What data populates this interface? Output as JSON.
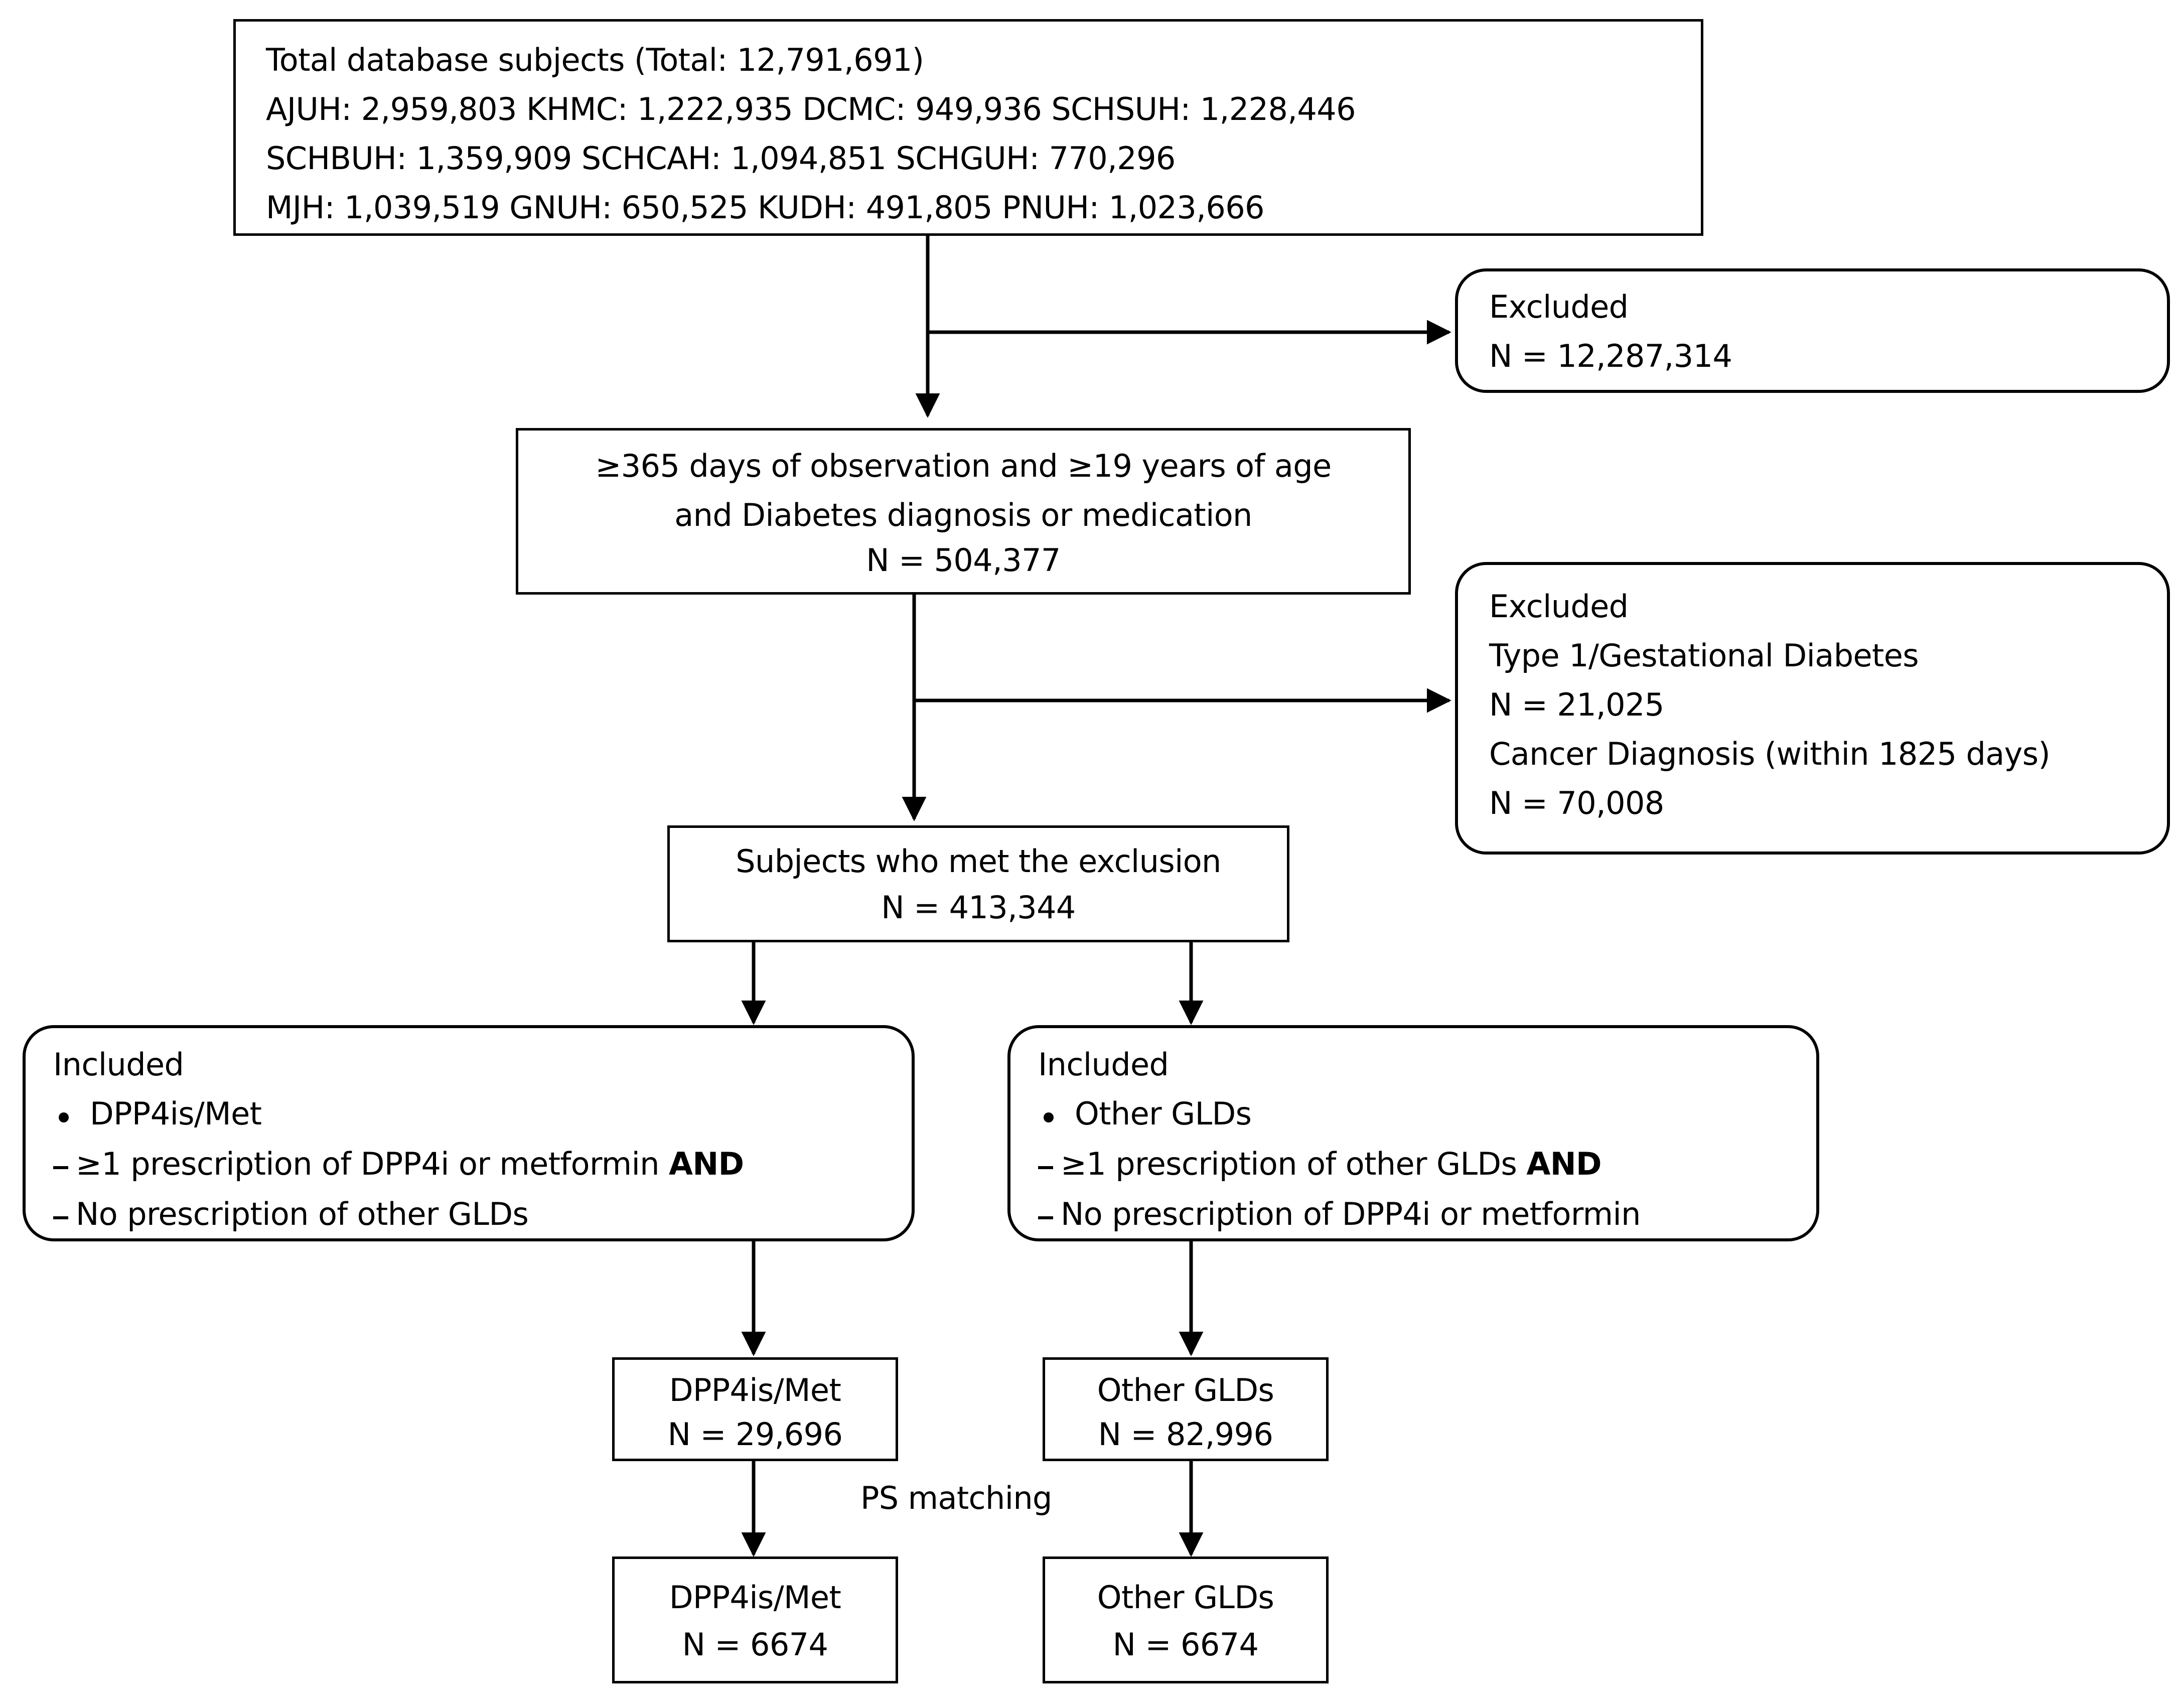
{
  "diagram": {
    "title": "Study population selection flowchart",
    "line_color": "#000000",
    "background": "#ffffff",
    "ps_matching_label": "PS matching"
  },
  "nodes": {
    "total_database": {
      "name": "total-database-subjects-box",
      "lines": [
        "Total database subjects (Total: 12,791,691)",
        "AJUH: 2,959,803 KHMC: 1,222,935 DCMC: 949,936 SCHSUH: 1,228,446",
        "SCHBUH: 1,359,909 SCHCAH: 1,094,851 SCHGUH: 770,296",
        "MJH: 1,039,519 GNUH: 650,525 KUDH: 491,805 PNUH: 1,023,666"
      ]
    },
    "excluded_1": {
      "name": "excluded-box-1",
      "lines": [
        "Excluded",
        "N = 12,287,314"
      ]
    },
    "eligibility": {
      "name": "eligibility-criteria-box",
      "lines": [
        "≥365 days of observation and ≥19 years of age",
        "and Diabetes diagnosis or medication",
        "N = 504,377"
      ]
    },
    "excluded_2": {
      "name": "excluded-box-2",
      "lines": [
        "Excluded",
        "Type 1/Gestational Diabetes",
        "N = 21,025",
        "Cancer Diagnosis (within 1825 days)",
        "N = 70,008"
      ]
    },
    "met_exclusion": {
      "name": "subjects-met-exclusion-box",
      "lines": [
        "Subjects who met the exclusion",
        "N = 413,344"
      ]
    },
    "included_left": {
      "name": "included-dpp4is-met-box",
      "heading": "Included",
      "bullet": "DPP4is/Met",
      "criteria": [
        {
          "prefix": "≥1 prescription of DPP4i or metformin ",
          "emphasis": "AND"
        },
        {
          "prefix": "No prescription of other GLDs",
          "emphasis": ""
        }
      ]
    },
    "included_right": {
      "name": "included-other-glds-box",
      "heading": "Included",
      "bullet": "Other GLDs",
      "criteria": [
        {
          "prefix": "≥1 prescription of other GLDs ",
          "emphasis": "AND"
        },
        {
          "prefix": "No prescription of DPP4i or metformin",
          "emphasis": ""
        }
      ]
    },
    "cohort_left_pre": {
      "name": "cohort-dpp4is-met-prematch-box",
      "lines": [
        "DPP4is/Met",
        "N = 29,696"
      ]
    },
    "cohort_right_pre": {
      "name": "cohort-other-glds-prematch-box",
      "lines": [
        "Other GLDs",
        "N = 82,996"
      ]
    },
    "cohort_left_post": {
      "name": "cohort-dpp4is-met-matched-box",
      "lines": [
        "DPP4is/Met",
        "N = 6674"
      ]
    },
    "cohort_right_post": {
      "name": "cohort-other-glds-matched-box",
      "lines": [
        "Other GLDs",
        "N = 6674"
      ]
    }
  },
  "chart_data": {
    "type": "table",
    "title": "Patient selection flow (CRD / multi-hospital database)",
    "steps": [
      {
        "label": "Total database subjects",
        "n": 12791691
      },
      {
        "label": "Excluded (did not meet eligibility)",
        "n": 12287314
      },
      {
        "label": "≥365 days observation, ≥19 years, diabetes dx or medication",
        "n": 504377
      },
      {
        "label": "Excluded: Type 1/Gestational Diabetes",
        "n": 21025
      },
      {
        "label": "Excluded: Cancer Diagnosis (within 1825 days)",
        "n": 70008
      },
      {
        "label": "Subjects who met the exclusion",
        "n": 413344
      },
      {
        "label": "DPP4is/Met (before PS matching)",
        "n": 29696
      },
      {
        "label": "Other GLDs (before PS matching)",
        "n": 82996
      },
      {
        "label": "DPP4is/Met (after PS matching)",
        "n": 6674
      },
      {
        "label": "Other GLDs (after PS matching)",
        "n": 6674
      }
    ],
    "hospital_counts": [
      {
        "code": "AJUH",
        "n": 2959803
      },
      {
        "code": "KHMC",
        "n": 1222935
      },
      {
        "code": "DCMC",
        "n": 949936
      },
      {
        "code": "SCHSUH",
        "n": 1228446
      },
      {
        "code": "SCHBUH",
        "n": 1359909
      },
      {
        "code": "SCHCAH",
        "n": 1094851
      },
      {
        "code": "SCHGUH",
        "n": 770296
      },
      {
        "code": "MJH",
        "n": 1039519
      },
      {
        "code": "GNUH",
        "n": 650525
      },
      {
        "code": "KUDH",
        "n": 491805
      },
      {
        "code": "PNUH",
        "n": 1023666
      }
    ]
  }
}
